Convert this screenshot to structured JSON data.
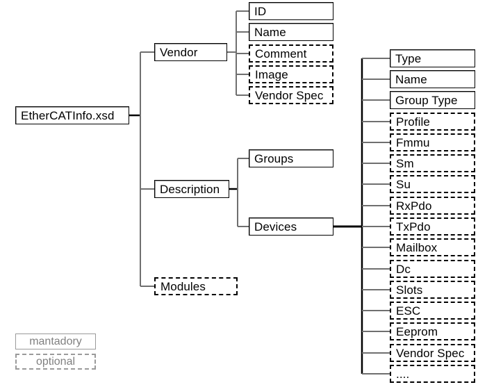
{
  "diagram": {
    "title_node": {
      "label": "EtherCATInfo.xsd",
      "type": "mandatory"
    },
    "level1": [
      {
        "label": "Vendor",
        "type": "mandatory"
      },
      {
        "label": "Description",
        "type": "mandatory"
      },
      {
        "label": "Modules",
        "type": "optional"
      }
    ],
    "vendor_children": [
      {
        "label": "ID",
        "type": "mandatory"
      },
      {
        "label": "Name",
        "type": "mandatory"
      },
      {
        "label": "Comment",
        "type": "optional"
      },
      {
        "label": "Image",
        "type": "optional"
      },
      {
        "label": "Vendor Spec",
        "type": "optional"
      }
    ],
    "description_children": [
      {
        "label": "Groups",
        "type": "mandatory"
      },
      {
        "label": "Devices",
        "type": "mandatory"
      }
    ],
    "devices_children": [
      {
        "label": "Type",
        "type": "mandatory"
      },
      {
        "label": "Name",
        "type": "mandatory"
      },
      {
        "label": "Group Type",
        "type": "mandatory"
      },
      {
        "label": "Profile",
        "type": "optional"
      },
      {
        "label": "Fmmu",
        "type": "optional"
      },
      {
        "label": "Sm",
        "type": "optional"
      },
      {
        "label": "Su",
        "type": "optional"
      },
      {
        "label": "RxPdo",
        "type": "optional"
      },
      {
        "label": "TxPdo",
        "type": "optional"
      },
      {
        "label": "Mailbox",
        "type": "optional"
      },
      {
        "label": "Dc",
        "type": "optional"
      },
      {
        "label": "Slots",
        "type": "optional"
      },
      {
        "label": "ESC",
        "type": "optional"
      },
      {
        "label": "Eeprom",
        "type": "optional"
      },
      {
        "label": "Vendor Spec",
        "type": "optional"
      },
      {
        "label": "....",
        "type": "optional"
      }
    ],
    "legend": [
      {
        "label": "mantadory",
        "type": "mandatory"
      },
      {
        "label": "optional",
        "type": "optional"
      }
    ],
    "colors": {
      "line": "#6f6f6f",
      "line_strong": "#000000",
      "box_border": "#000000",
      "legend_text": "#808080",
      "background": "#ffffff"
    }
  }
}
